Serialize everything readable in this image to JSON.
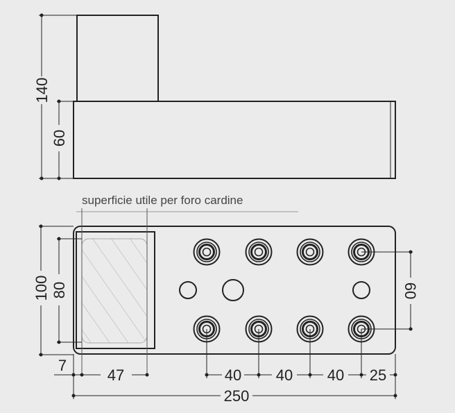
{
  "title_note": "superficie utile per foro cardine",
  "dimensions": {
    "total_height": "140",
    "base_height": "60",
    "plate_depth": "100",
    "hinge_depth": "80",
    "hole_row_spacing": "60",
    "offset_left": "7",
    "useful_width": "47",
    "hole_pitch_1": "40",
    "hole_pitch_2": "40",
    "hole_pitch_3": "40",
    "edge_offset_right": "25",
    "total_length": "250"
  },
  "colors": {
    "background": "#ebebeb",
    "line": "#222222",
    "hatch": "#b0b0b0"
  }
}
